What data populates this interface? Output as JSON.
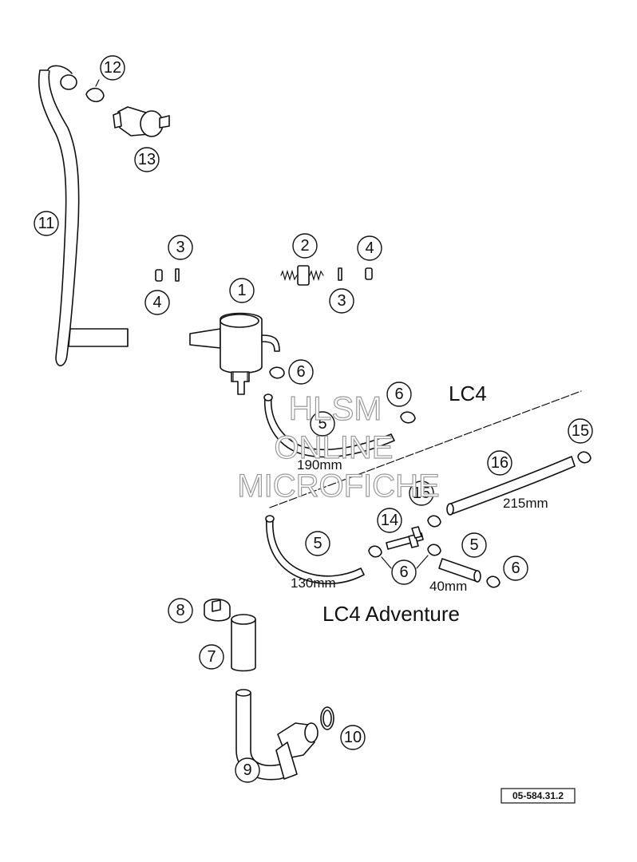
{
  "callouts": [
    {
      "id": "c1",
      "num": "1"
    },
    {
      "id": "c2",
      "num": "2"
    },
    {
      "id": "c3a",
      "num": "3"
    },
    {
      "id": "c3b",
      "num": "3"
    },
    {
      "id": "c4a",
      "num": "4"
    },
    {
      "id": "c4b",
      "num": "4"
    },
    {
      "id": "c5a",
      "num": "5"
    },
    {
      "id": "c5b",
      "num": "5"
    },
    {
      "id": "c5c",
      "num": "5"
    },
    {
      "id": "c6a",
      "num": "6"
    },
    {
      "id": "c6b",
      "num": "6"
    },
    {
      "id": "c6c",
      "num": "6"
    },
    {
      "id": "c6d",
      "num": "6"
    },
    {
      "id": "c7",
      "num": "7"
    },
    {
      "id": "c8",
      "num": "8"
    },
    {
      "id": "c9",
      "num": "9"
    },
    {
      "id": "c10",
      "num": "10"
    },
    {
      "id": "c11",
      "num": "11"
    },
    {
      "id": "c12",
      "num": "12"
    },
    {
      "id": "c13",
      "num": "13"
    },
    {
      "id": "c14",
      "num": "14"
    },
    {
      "id": "c15a",
      "num": "15"
    },
    {
      "id": "c15b",
      "num": "15"
    },
    {
      "id": "c16",
      "num": "16"
    }
  ],
  "labels": {
    "lc4": "LC4",
    "lc4_adventure": "LC4 Adventure",
    "len_190": "190mm",
    "len_130": "130mm",
    "len_40": "40mm",
    "len_215": "215mm"
  },
  "reference": "05-584.31.2",
  "watermark": {
    "line1": "HLSM",
    "line2": "ONLINE",
    "line3": "MICROFICHE"
  }
}
